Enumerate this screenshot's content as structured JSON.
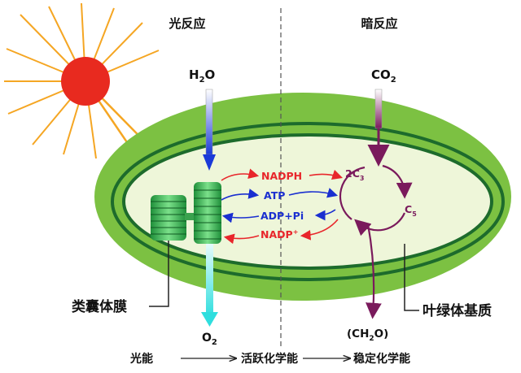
{
  "headers": {
    "light": "光反应",
    "dark": "暗反应"
  },
  "inputs": {
    "water": "H",
    "water_sub": "2",
    "water_tail": "O",
    "co2": "CO",
    "co2_sub": "2"
  },
  "outputs": {
    "oxygen": "O",
    "oxygen_sub": "2",
    "carbohydrate": "(CH",
    "carbohydrate_sub": "2",
    "carbohydrate_tail": "O)"
  },
  "flows": {
    "nadph": "NADPH",
    "atp": "ATP",
    "adp_pi": "ADP+Pi",
    "nadp": "NADP",
    "nadp_sup": "+"
  },
  "cycle": {
    "c3": "2C",
    "c3_sub": "3",
    "c5": "C",
    "c5_sub": "5"
  },
  "labels": {
    "thylakoid": "类囊体膜",
    "stroma": "叶绿体基质"
  },
  "energy_chain": {
    "start": "光能",
    "middle": "活跃化学能",
    "end": "稳定化学能"
  },
  "colors": {
    "red": "#e8262b",
    "blue": "#1a2fd0",
    "purple": "#7a1a5c",
    "green": "#7cc142",
    "dark_green": "#1d6b2c",
    "cyan": "#38e6e6",
    "sun": "#e82a1f",
    "ray": "#f5a623"
  }
}
